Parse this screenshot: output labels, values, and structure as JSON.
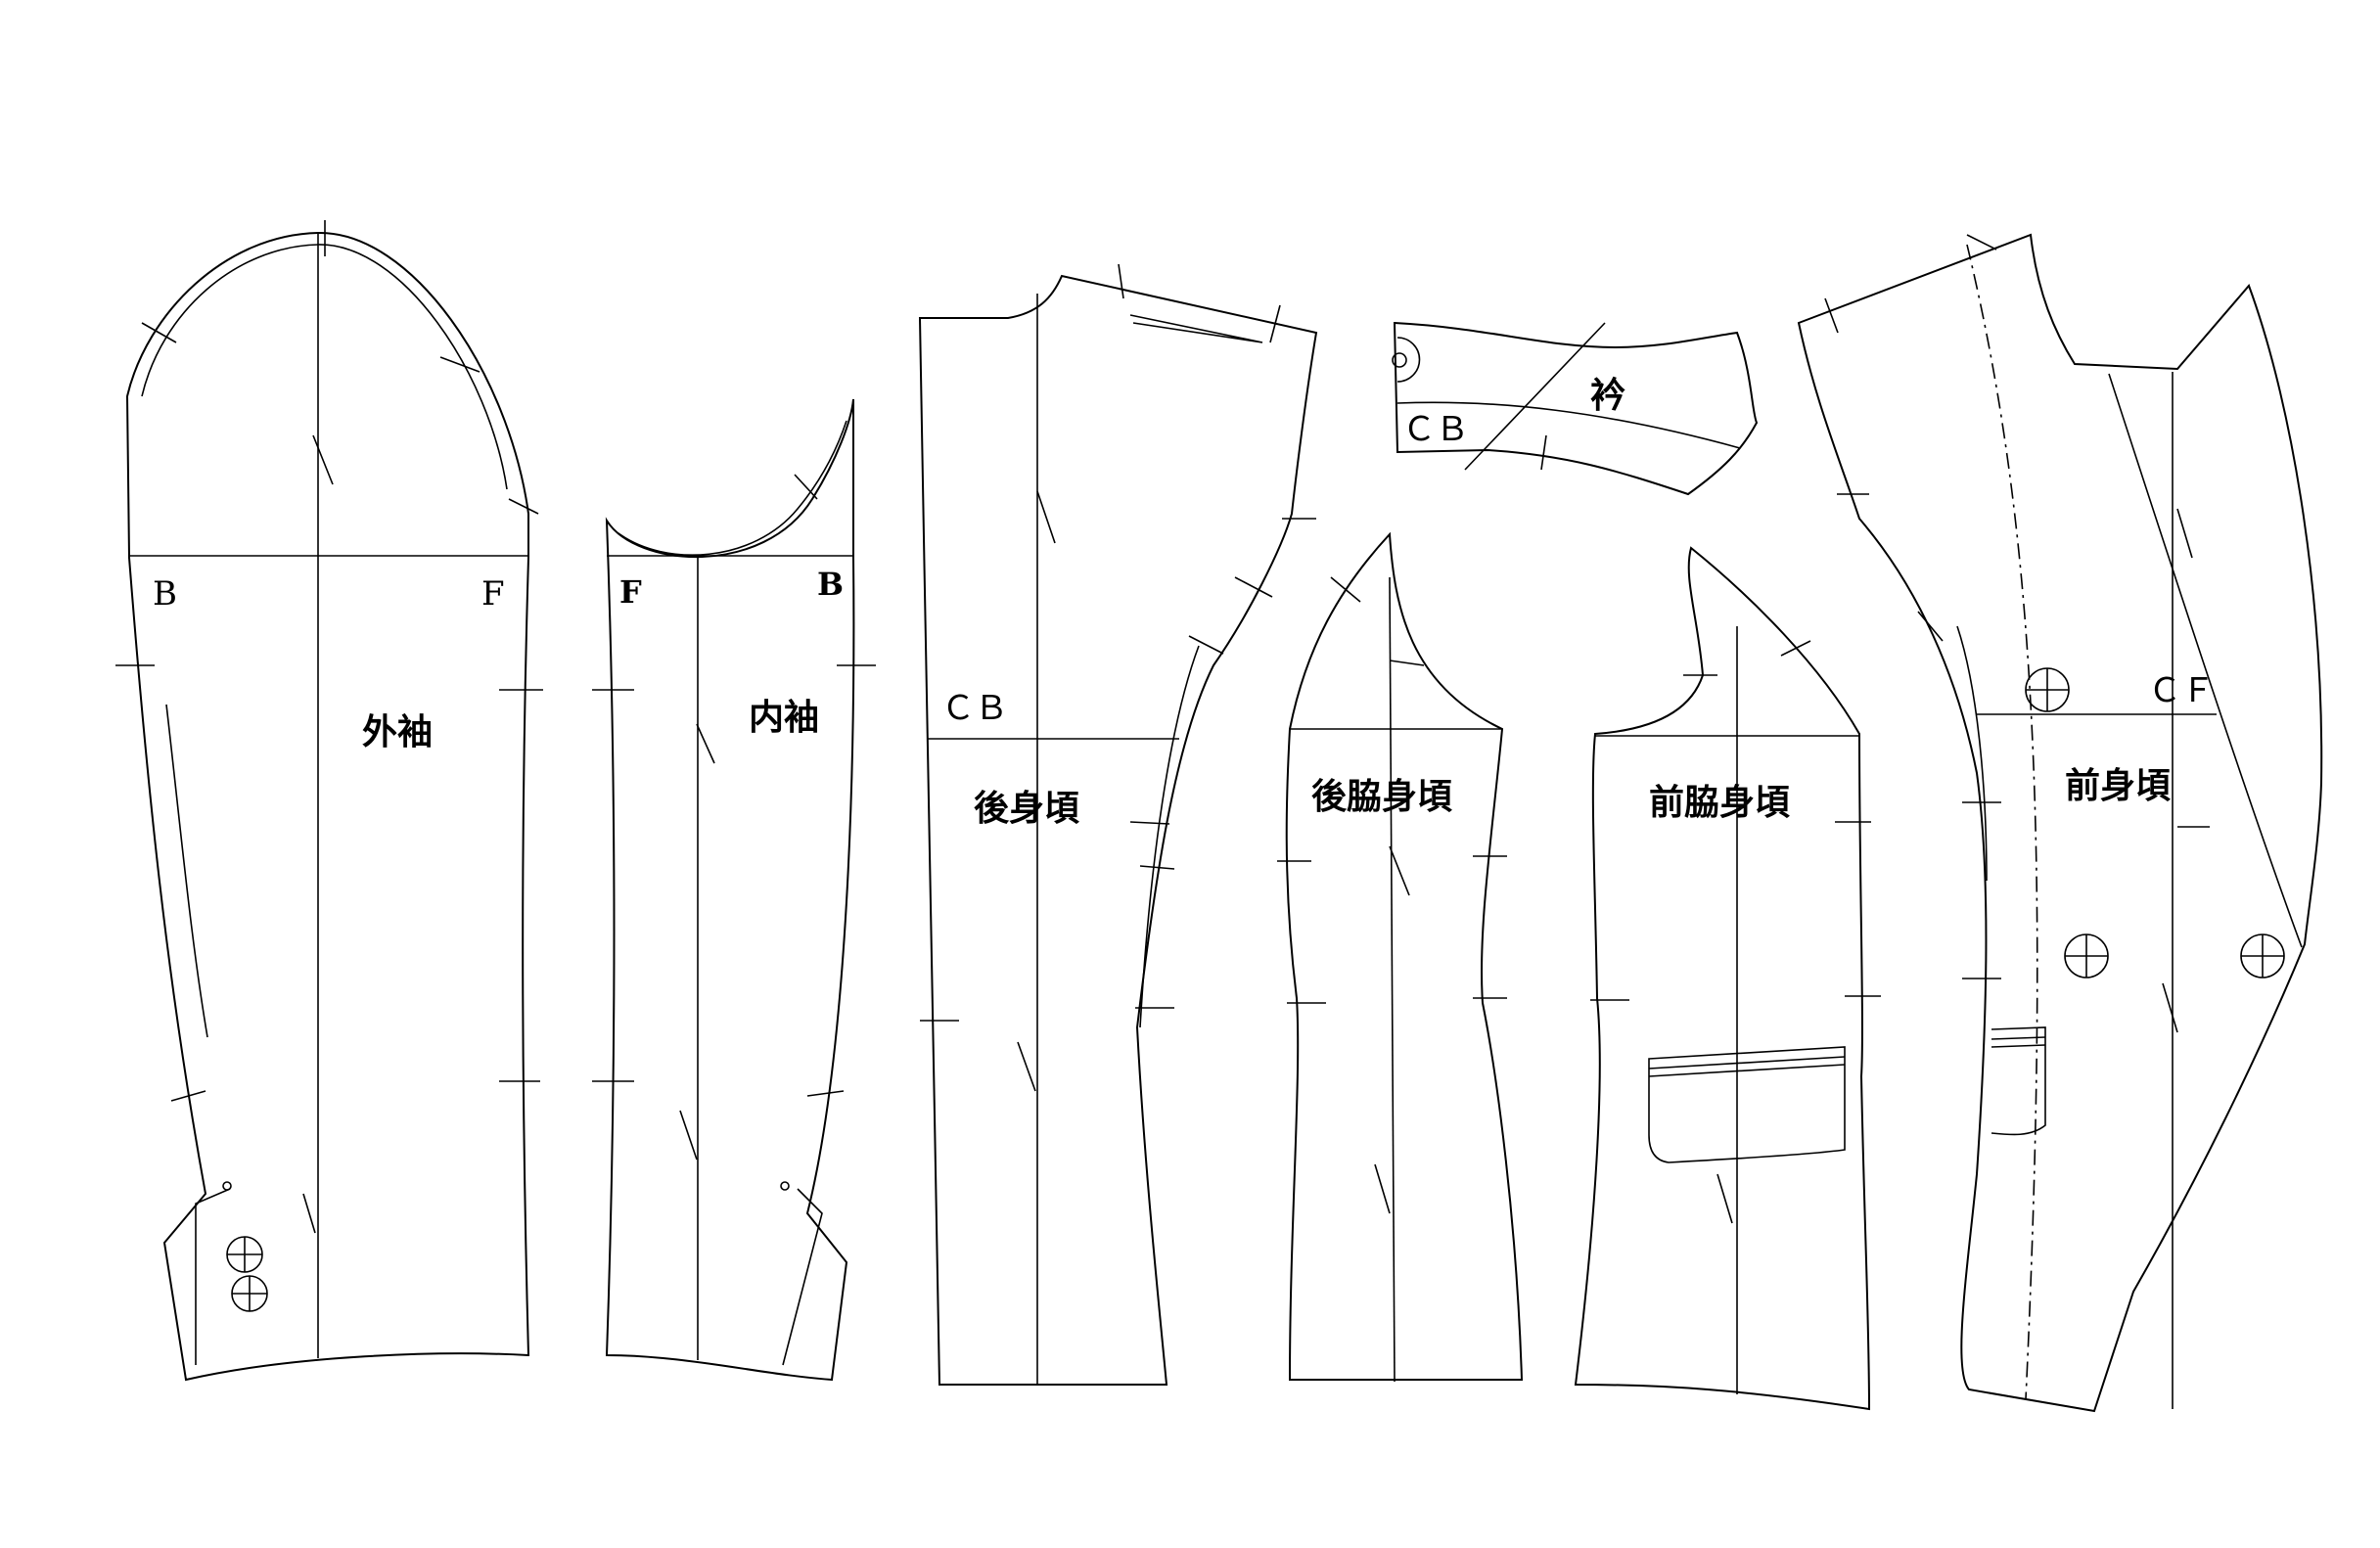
{
  "pieces": {
    "outer_sleeve": {
      "name": "外袖",
      "label_back": "B",
      "label_front": "F"
    },
    "inner_sleeve": {
      "name": "内袖",
      "label_front": "F",
      "label_back": "B"
    },
    "back_body": {
      "name": "後身頃",
      "label_cb": "ＣＢ"
    },
    "collar": {
      "name": "衿",
      "label_cb": "ＣＢ"
    },
    "back_side_body": {
      "name": "後脇身頃"
    },
    "front_side_body": {
      "name": "前脇身頃"
    },
    "front_body": {
      "name": "前身頃",
      "label_cf": "ＣＦ"
    }
  },
  "icons": [
    "button-mark-icon",
    "drill-hole-icon",
    "notch-icon"
  ]
}
